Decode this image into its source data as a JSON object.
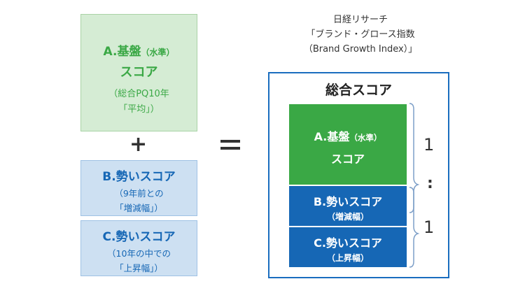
{
  "left": {
    "box_a": {
      "line1_main": "A.基盤",
      "line1_small": "（水準）",
      "line2": "スコア",
      "line3": "（総合PQ10年",
      "line4": "「平均」）"
    },
    "plus": "+",
    "box_b": {
      "line1": "B.勢いスコア",
      "line2": "（9年前との",
      "line3": "「増減幅」）"
    },
    "box_c": {
      "line1": "C.勢いスコア",
      "line2": "（10年の中での",
      "line3": "「上昇幅」）"
    }
  },
  "right": {
    "heading": [
      "日経リサーチ",
      "「ブランド・グロース指数",
      "（Brand Growth Index）」"
    ],
    "frame_title": "総合スコア",
    "seg_a": {
      "line1_main": "A.基盤",
      "line1_small": "（水準）",
      "line2": "スコア"
    },
    "seg_b": {
      "line1": "B.勢いスコア",
      "line2": "（増減幅）"
    },
    "seg_c": {
      "line1": "C.勢いスコア",
      "line2": "（上昇幅）"
    },
    "ratio": {
      "top": "1",
      "colon": ":",
      "bottom": "1"
    }
  },
  "colors": {
    "green": "#3aa845",
    "light_green": "#d5ecd4",
    "blue": "#1667b5",
    "light_blue": "#cde0f2",
    "frame": "#1a6dbf"
  }
}
